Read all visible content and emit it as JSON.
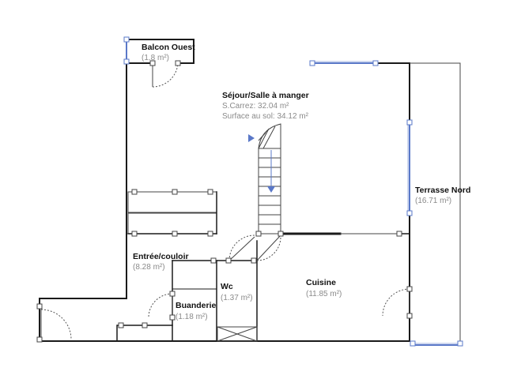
{
  "colors": {
    "wall": "#1a1a1a",
    "window": "#5a78c8",
    "area_text": "#8a8a8a",
    "label_text": "#111111",
    "background": "#ffffff"
  },
  "rooms": {
    "balcon": {
      "name": "Balcon Ouest",
      "area": "(1.8 m²)"
    },
    "sejour": {
      "name": "Séjour/Salle à manger",
      "carrez": "S.Carrez: 32.04 m²",
      "surface": "Surface au sol: 34.12 m²"
    },
    "terrasse": {
      "name": "Terrasse Nord",
      "area": "(16.71 m²)"
    },
    "entree": {
      "name": "Entrée/couloir",
      "area": "(8.28 m²)"
    },
    "wc": {
      "name": "Wc",
      "area": "(1.37 m²)"
    },
    "cuisine": {
      "name": "Cuisine",
      "area": "(11.85 m²)"
    },
    "buanderie": {
      "name": "Buanderie",
      "area": "(1.18 m²)"
    }
  }
}
